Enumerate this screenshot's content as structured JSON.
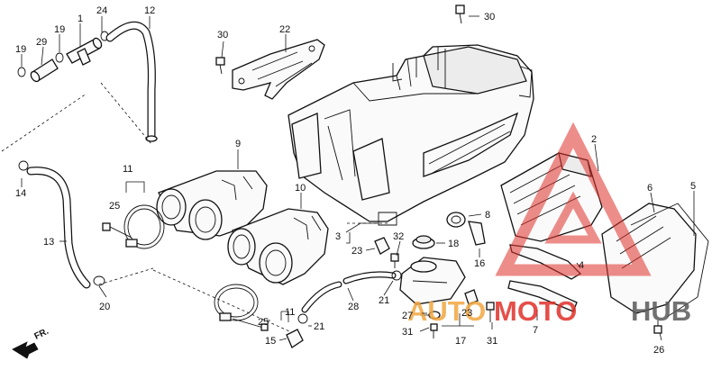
{
  "diagram": {
    "labels": [
      {
        "id": "l1",
        "text": "1"
      },
      {
        "id": "l24",
        "text": "24"
      },
      {
        "id": "l12",
        "text": "12"
      },
      {
        "id": "l19a",
        "text": "19"
      },
      {
        "id": "l29",
        "text": "29"
      },
      {
        "id": "l19b",
        "text": "19"
      },
      {
        "id": "l30a",
        "text": "30"
      },
      {
        "id": "l22",
        "text": "22"
      },
      {
        "id": "l30b",
        "text": "30"
      },
      {
        "id": "l9",
        "text": "9"
      },
      {
        "id": "l14",
        "text": "14"
      },
      {
        "id": "l11a",
        "text": "11"
      },
      {
        "id": "l25a",
        "text": "25"
      },
      {
        "id": "l10",
        "text": "10"
      },
      {
        "id": "l13",
        "text": "13"
      },
      {
        "id": "l2",
        "text": "2"
      },
      {
        "id": "l6",
        "text": "6"
      },
      {
        "id": "l5",
        "text": "5"
      },
      {
        "id": "l8",
        "text": "8"
      },
      {
        "id": "l3",
        "text": "3"
      },
      {
        "id": "l23a",
        "text": "23"
      },
      {
        "id": "l32",
        "text": "32"
      },
      {
        "id": "l18",
        "text": "18"
      },
      {
        "id": "l16",
        "text": "16"
      },
      {
        "id": "l4",
        "text": "4"
      },
      {
        "id": "l20",
        "text": "20"
      },
      {
        "id": "l21a",
        "text": "21"
      },
      {
        "id": "l28",
        "text": "28"
      },
      {
        "id": "l11b",
        "text": "11"
      },
      {
        "id": "l25b",
        "text": "25"
      },
      {
        "id": "l21b",
        "text": "21"
      },
      {
        "id": "l15",
        "text": "15"
      },
      {
        "id": "l27",
        "text": "27"
      },
      {
        "id": "l23b",
        "text": "23"
      },
      {
        "id": "l7",
        "text": "7"
      },
      {
        "id": "l31a",
        "text": "31"
      },
      {
        "id": "l17",
        "text": "17"
      },
      {
        "id": "l31b",
        "text": "31"
      },
      {
        "id": "l26",
        "text": "26"
      }
    ],
    "direction": {
      "text": "FR."
    },
    "watermark": {
      "part1": "AUTO",
      "part2": "MOTO",
      "part3": "HUB"
    }
  },
  "colors": {
    "line": "#111111",
    "watermark_red": "#e0312a",
    "watermark_orange": "#f2a640",
    "watermark_gray": "#5a5a5a"
  }
}
